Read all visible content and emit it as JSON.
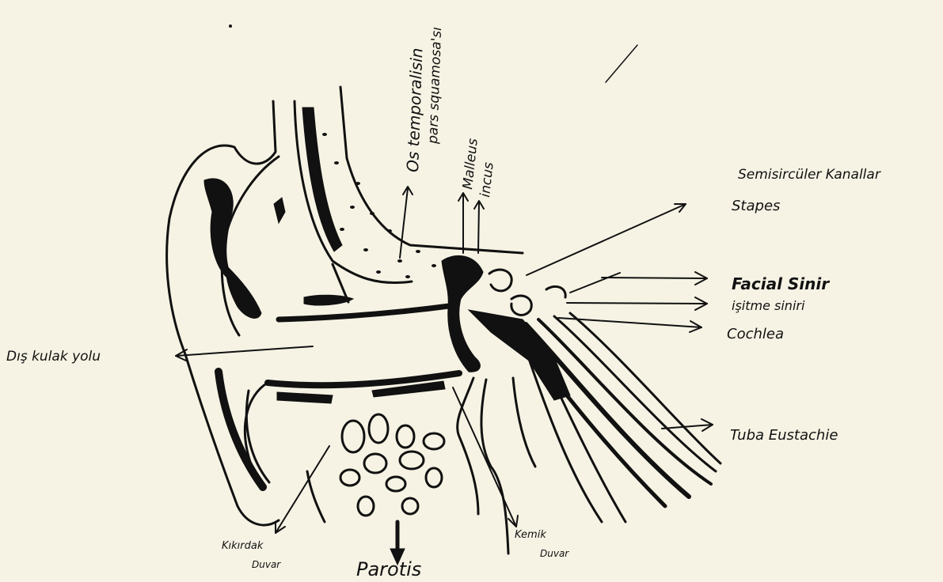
{
  "colors": {
    "paper": "#f6f3e4",
    "ink": "#111111"
  },
  "labels": {
    "os_temporalis": "Os temporalisin",
    "pars_squamosa": "pars squamosa'sı",
    "malleus": "Malleus",
    "incus": "incus",
    "semicircular": "Semisircüler Kanallar",
    "stapes": "Stapes",
    "facial_nerve": "Facial Sinir",
    "hearing_nerve": "işitme siniri",
    "cochlea": "Cochlea",
    "ear_canal": "Dış kulak yolu",
    "tuba": "Tuba Eustachie",
    "cartilage_wall_1": "Kıkırdak",
    "cartilage_wall_2": "Duvar",
    "parotis": "Parotis",
    "bone_wall_1": "Kemik",
    "bone_wall_2": "Duvar"
  }
}
